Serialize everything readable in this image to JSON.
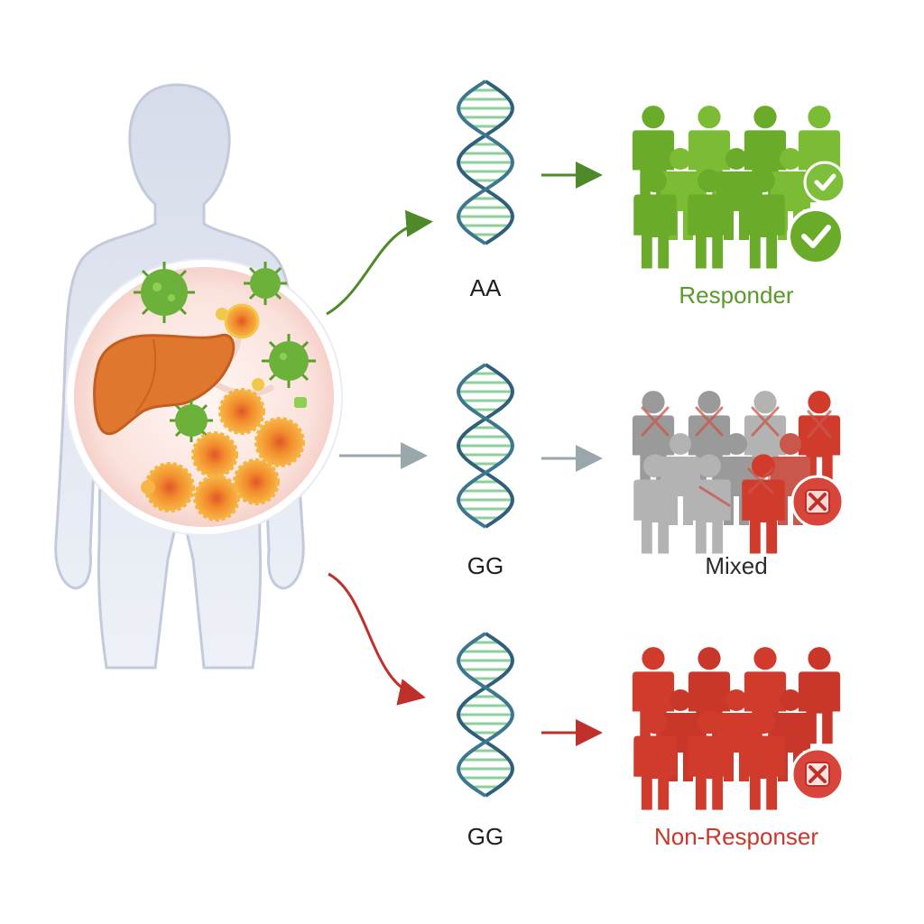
{
  "genotypes": {
    "top": "AA",
    "middle": "GG",
    "bottom": "GG"
  },
  "outcomes": {
    "top": "Responder",
    "middle": "Mixed",
    "bottom": "Non-Responser"
  },
  "colors": {
    "responder": "#6aab2a",
    "responder_text": "#5a9a2a",
    "mixed": "#8a8a8a",
    "mixed_arrow": "#9aa8ad",
    "non_responder": "#d03b2c",
    "non_responder_text": "#c8382a",
    "body": "#dde3ef",
    "body_outline": "#c5cddc",
    "dna_strand": "#2f5f7a",
    "dna_rung": "#8fcf9a",
    "liver": "#e0772f",
    "virus": "#6cb23a",
    "tumor": "#f2a13a"
  },
  "icons": {
    "human_figure": "body-silhouette-icon",
    "organ": "liver-icon",
    "pathogen": "virus-icon",
    "cell": "tumor-cell-icon",
    "dna": "dna-helix-icon",
    "group": "people-group-icon",
    "check": "check-badge-icon",
    "cross": "cross-badge-icon"
  }
}
